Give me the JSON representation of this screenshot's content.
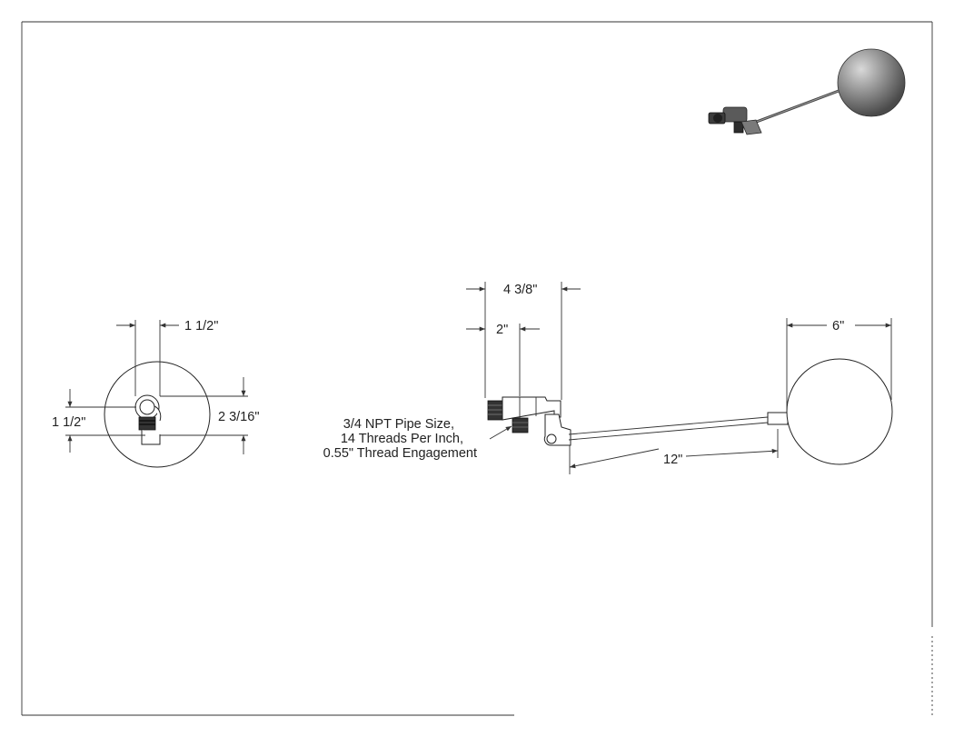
{
  "dimensions": {
    "top_view_width": "1 1/2\"",
    "top_view_height_left": "1 1/2\"",
    "top_view_height_right": "2 3/16\"",
    "valve_length": "4 3/8\"",
    "inlet_offset": "2\"",
    "ball_diameter": "6\"",
    "arm_length": "12\""
  },
  "note": {
    "lines": [
      "3/4 NPT Pipe Size,",
      "14 Threads Per Inch,",
      "0.55\" Thread Engagement"
    ]
  },
  "colors": {
    "line": "#333333",
    "ball_shade": "#6e6e6e",
    "ball_highlight": "#d9d9d9",
    "paper": "#ffffff"
  }
}
